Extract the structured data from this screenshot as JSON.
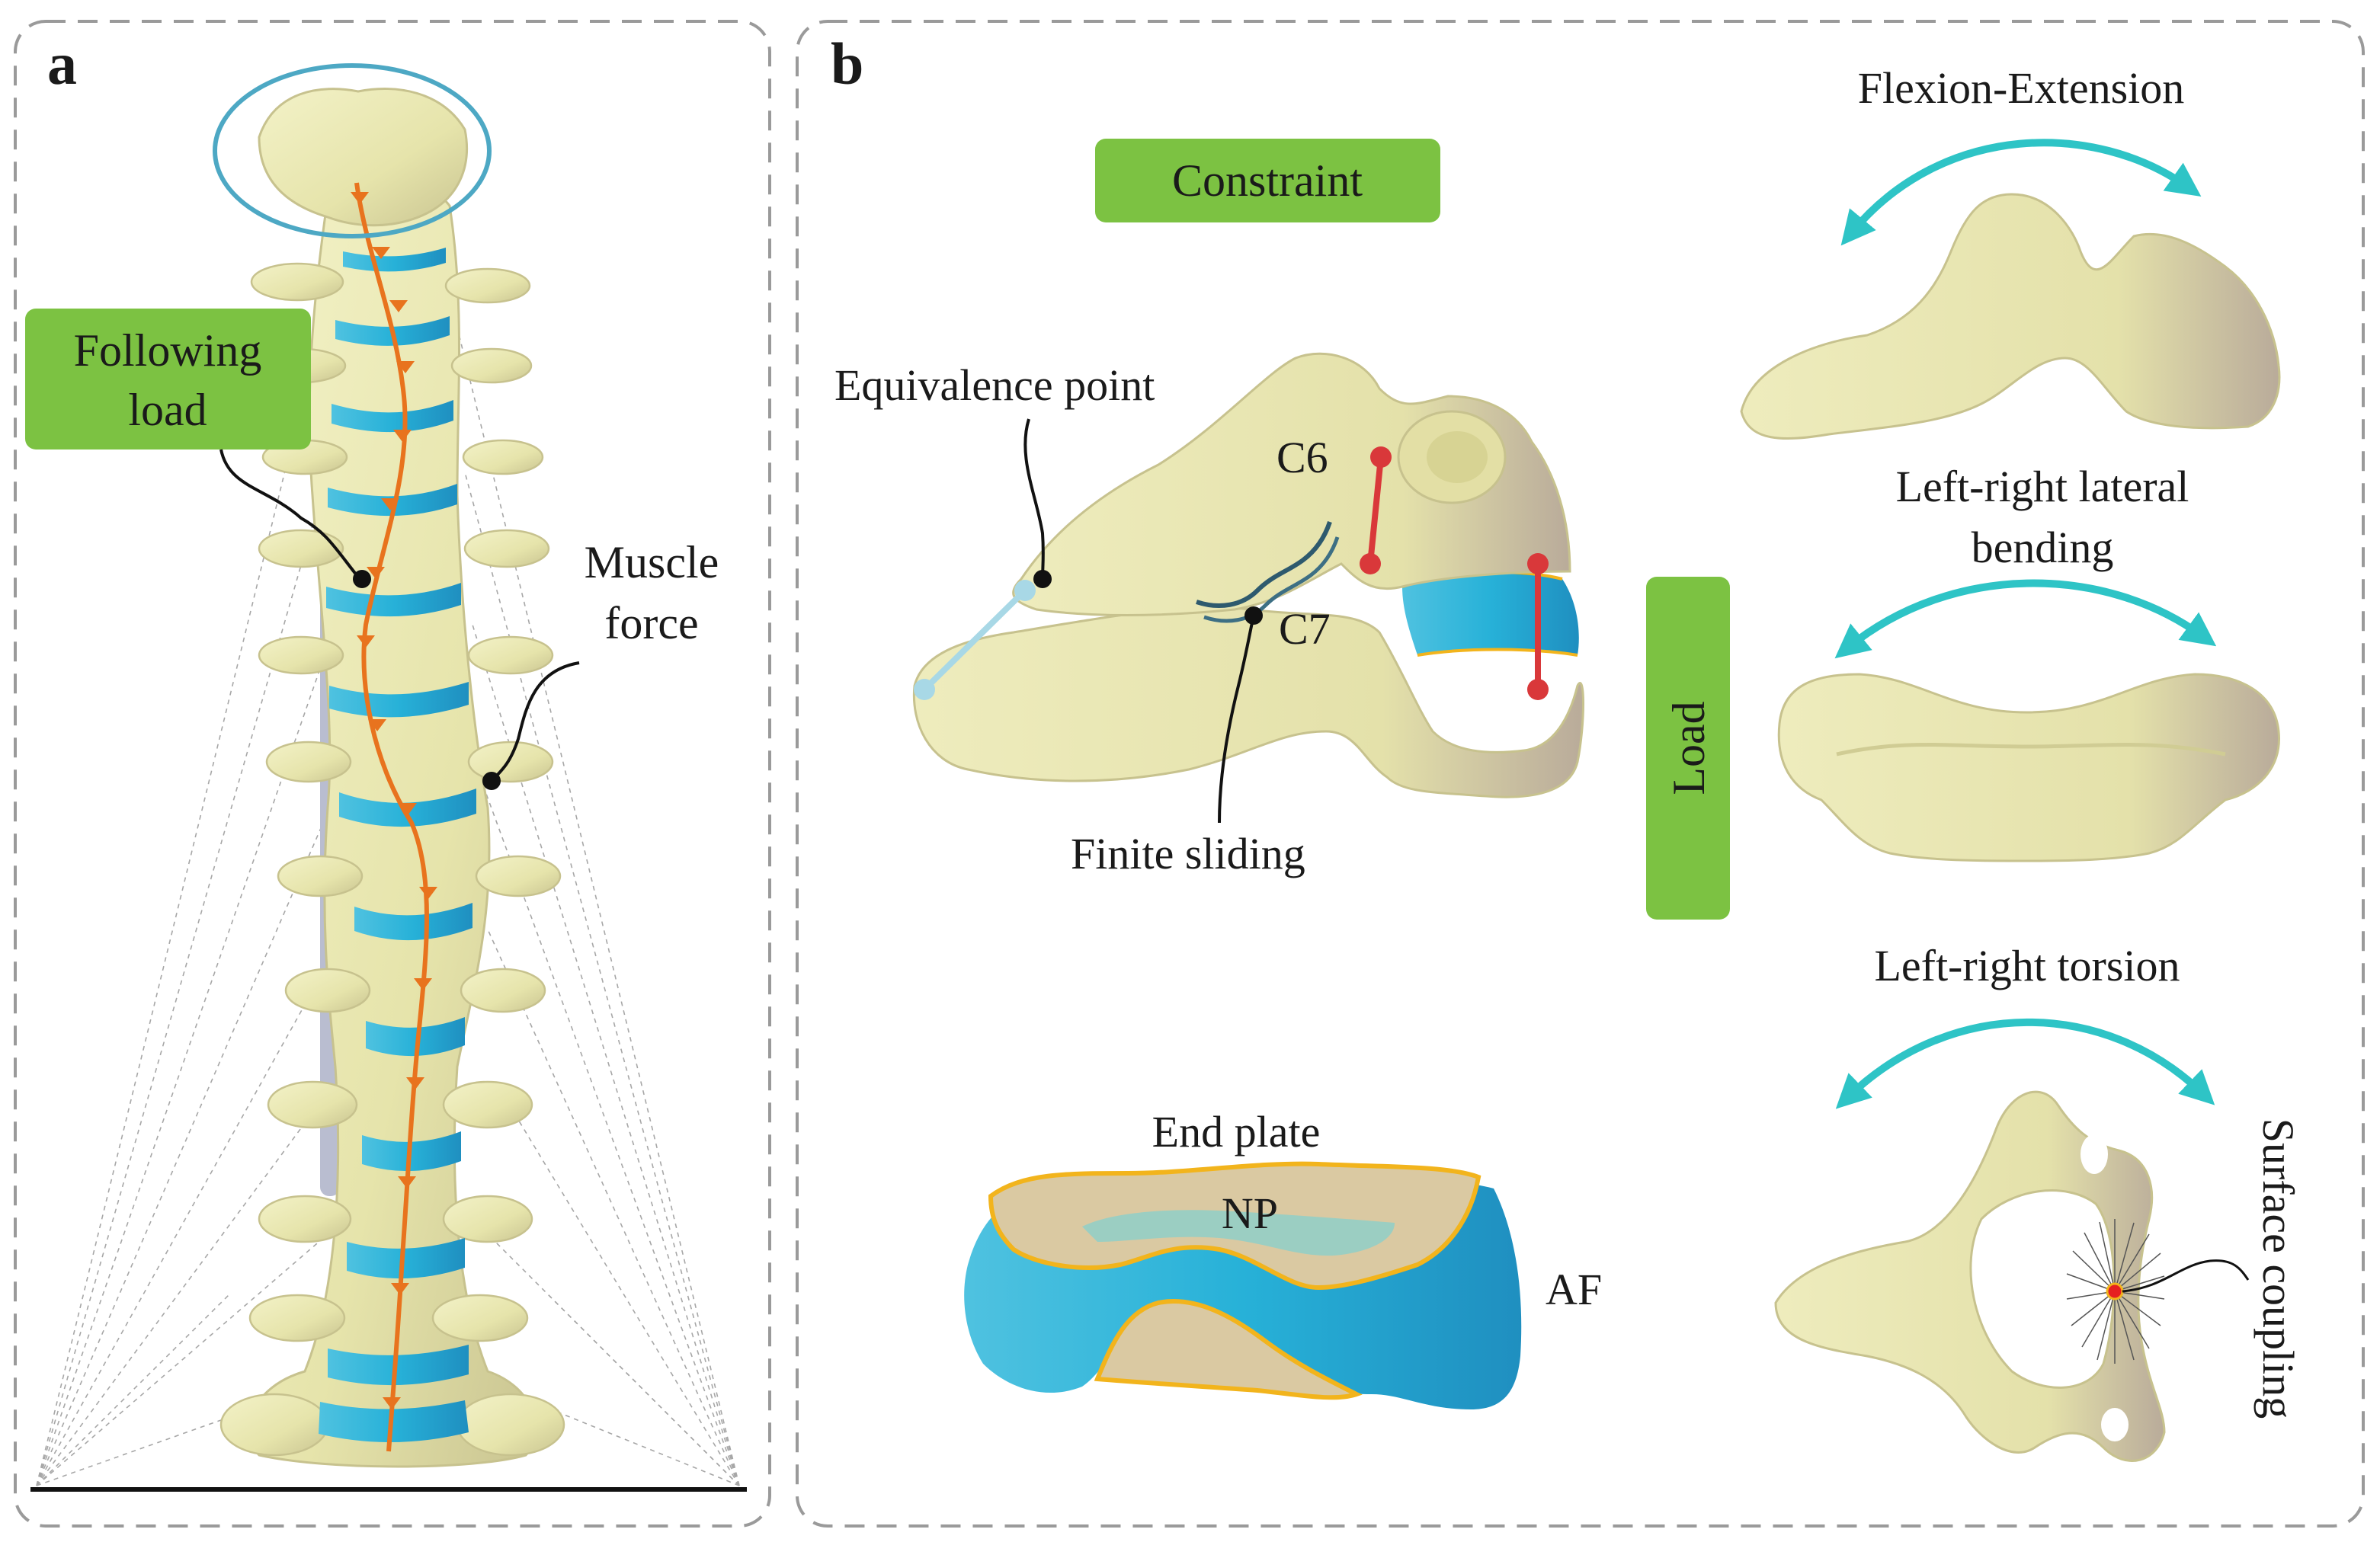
{
  "panels": {
    "a": {
      "letter": "a",
      "following_load": {
        "line1": "Following",
        "line2": "load"
      },
      "muscle_force": {
        "line1": "Muscle",
        "line2": "force"
      }
    },
    "b": {
      "letter": "b",
      "constraint": "Constraint",
      "load": "Load",
      "equivalence_point": "Equivalence point",
      "c6": "C6",
      "c7": "C7",
      "finite_sliding": "Finite sliding",
      "end_plate": "End plate",
      "np": "NP",
      "af": "AF",
      "flexion_extension": "Flexion-Extension",
      "lateral_bending": {
        "line1": "Left-right lateral",
        "line2": "bending"
      },
      "torsion": "Left-right torsion",
      "surface_coupling": "Surface coupling"
    }
  },
  "colors": {
    "bone": "#ecebb8",
    "bone_shade": "#d6d49a",
    "disc": "#1aa7cf",
    "label_box": "#7cc242",
    "load_arrow": "#e8731e",
    "motion_arrow": "#2ec4c6",
    "constraint_red": "#d9383a",
    "end_plate_edge": "#f2b41c",
    "dashed_border": "#9a9a9a"
  }
}
